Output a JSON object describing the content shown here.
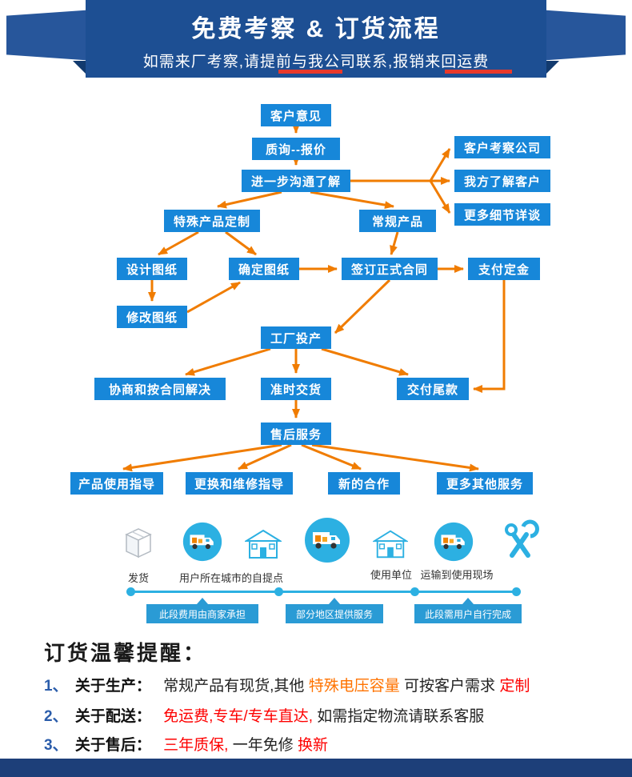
{
  "header": {
    "title": "免费考察 & 订货流程",
    "subtitle": "如需来厂考察,请提前与我公司联系,报销来回运费"
  },
  "flow": {
    "nodes": [
      {
        "id": "customer-feedback",
        "label": "客户意见"
      },
      {
        "id": "inquiry-quote",
        "label": "质询--报价"
      },
      {
        "id": "further-communication",
        "label": "进一步沟通了解"
      },
      {
        "id": "client-visit-company",
        "label": "客户考察公司"
      },
      {
        "id": "we-understand-client",
        "label": "我方了解客户"
      },
      {
        "id": "more-details-talk",
        "label": "更多细节详谈"
      },
      {
        "id": "special-product-custom",
        "label": "特殊产品定制"
      },
      {
        "id": "regular-product",
        "label": "常规产品"
      },
      {
        "id": "design-drawing",
        "label": "设计图纸"
      },
      {
        "id": "confirm-drawing",
        "label": "确定图纸"
      },
      {
        "id": "sign-contract",
        "label": "签订正式合同"
      },
      {
        "id": "pay-deposit",
        "label": "支付定金"
      },
      {
        "id": "modify-drawing",
        "label": "修改图纸"
      },
      {
        "id": "factory-production",
        "label": "工厂投产"
      },
      {
        "id": "negotiate-resolve",
        "label": "协商和按合同解决"
      },
      {
        "id": "on-time-delivery",
        "label": "准时交货"
      },
      {
        "id": "pay-balance",
        "label": "交付尾款"
      },
      {
        "id": "after-sales-service",
        "label": "售后服务"
      },
      {
        "id": "product-usage-guide",
        "label": "产品使用指导"
      },
      {
        "id": "replace-repair-guide",
        "label": "更换和维修指导"
      },
      {
        "id": "new-cooperation",
        "label": "新的合作"
      },
      {
        "id": "more-other-services",
        "label": "更多其他服务"
      }
    ],
    "edges": [
      {
        "from": "customer-feedback",
        "to": "inquiry-quote"
      },
      {
        "from": "inquiry-quote",
        "to": "further-communication"
      },
      {
        "from": "further-communication",
        "to": "client-visit-company"
      },
      {
        "from": "further-communication",
        "to": "we-understand-client"
      },
      {
        "from": "further-communication",
        "to": "more-details-talk"
      },
      {
        "from": "further-communication",
        "to": "special-product-custom"
      },
      {
        "from": "further-communication",
        "to": "regular-product"
      },
      {
        "from": "special-product-custom",
        "to": "design-drawing"
      },
      {
        "from": "special-product-custom",
        "to": "confirm-drawing"
      },
      {
        "from": "design-drawing",
        "to": "modify-drawing"
      },
      {
        "from": "modify-drawing",
        "to": "confirm-drawing"
      },
      {
        "from": "confirm-drawing",
        "to": "sign-contract"
      },
      {
        "from": "regular-product",
        "to": "sign-contract"
      },
      {
        "from": "sign-contract",
        "to": "pay-deposit"
      },
      {
        "from": "sign-contract",
        "to": "factory-production"
      },
      {
        "from": "pay-deposit",
        "to": "pay-balance"
      },
      {
        "from": "factory-production",
        "to": "negotiate-resolve"
      },
      {
        "from": "factory-production",
        "to": "on-time-delivery"
      },
      {
        "from": "factory-production",
        "to": "pay-balance"
      },
      {
        "from": "on-time-delivery",
        "to": "after-sales-service"
      },
      {
        "from": "after-sales-service",
        "to": "product-usage-guide"
      },
      {
        "from": "after-sales-service",
        "to": "replace-repair-guide"
      },
      {
        "from": "after-sales-service",
        "to": "new-cooperation"
      },
      {
        "from": "after-sales-service",
        "to": "more-other-services"
      }
    ]
  },
  "logistics": {
    "icons": [
      "package-icon",
      "truck-icon",
      "house-icon",
      "truck-icon",
      "house-icon",
      "truck-icon",
      "tools-icon"
    ],
    "labels": [
      "发货",
      "用户所在城市的自提点",
      "使用单位",
      "运输到使用现场"
    ],
    "segments": [
      "此段费用由商家承担",
      "部分地区提供服务",
      "此段需用户自行完成"
    ]
  },
  "notes": {
    "title": "订货温馨提醒：",
    "rows": [
      {
        "num": "1、",
        "topic": "关于生产：",
        "parts": [
          {
            "text": "常规产品有现货,其他",
            "tone": "dark"
          },
          {
            "text": "特殊电压容量",
            "tone": "orange"
          },
          {
            "text": "可按客户需求",
            "tone": "dark"
          },
          {
            "text": "定制",
            "tone": "red"
          }
        ]
      },
      {
        "num": "2、",
        "topic": "关于配送：",
        "parts": [
          {
            "text": "免运费,专车/专车直达,",
            "tone": "red"
          },
          {
            "text": "如需指定物流请联系客服",
            "tone": "dark"
          },
          {
            "text": "",
            "tone": "dark"
          },
          {
            "text": "",
            "tone": "dark"
          }
        ]
      },
      {
        "num": "3、",
        "topic": "关于售后：",
        "parts": [
          {
            "text": "三年质保,",
            "tone": "red"
          },
          {
            "text": "一年免修",
            "tone": "dark"
          },
          {
            "text": "换新",
            "tone": "red"
          },
          {
            "text": "",
            "tone": "dark"
          }
        ]
      }
    ]
  },
  "colors": {
    "ribbon_blue": "#1d4f93",
    "box_blue": "#1787d9",
    "arrow_orange": "#f07c00",
    "accent_red": "#e8392a",
    "light_blue": "#2cb0e2",
    "footer_navy": "#1d3f79"
  }
}
